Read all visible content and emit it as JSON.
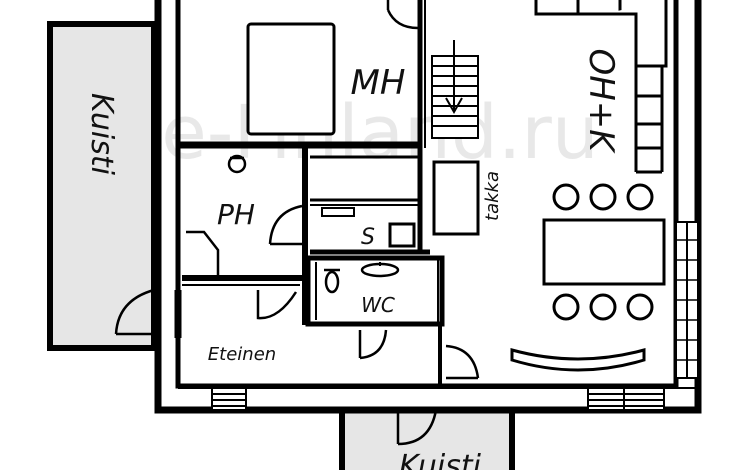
{
  "watermark": "e-Finland.ru",
  "rooms": {
    "mh": "MH",
    "oh_k": "OH+K",
    "ph": "PH",
    "s": "S",
    "wc": "WC",
    "eteinen": "Eteinen",
    "takka": "takka",
    "kuisti_left": "Kuisti",
    "kuisti_bottom": "Kuisti"
  },
  "colors": {
    "wall": "#000000",
    "porch_fill": "#e6e6e6",
    "background": "#ffffff"
  }
}
